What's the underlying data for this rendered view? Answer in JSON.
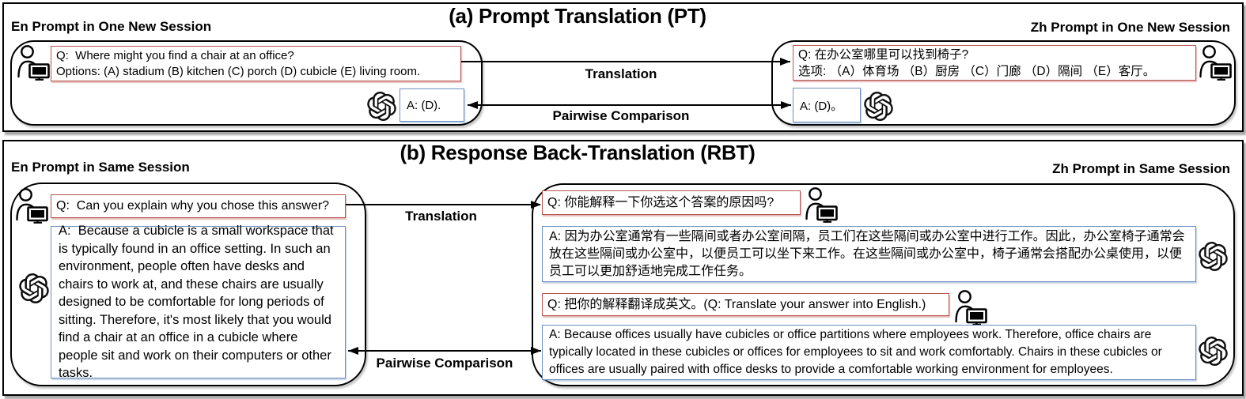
{
  "figure": {
    "colors": {
      "red_box_border": "#b85450",
      "blue_box_border": "#6c8ebf",
      "arrow": "#000000"
    },
    "icons": {
      "user": "person-at-computer-icon",
      "assistant": "openai-logo-icon"
    }
  },
  "panel_a": {
    "title": "(a) Prompt Translation (PT)",
    "left_label": "En Prompt in One New Session",
    "right_label": "Zh Prompt in One New Session",
    "arrows": {
      "translation": "Translation",
      "pairwise": "Pairwise Comparison"
    },
    "left": {
      "q_line1": "Q:  Where might you find a chair at an office?",
      "q_line2": "Options: (A) stadium (B) kitchen (C) porch (D) cubicle (E) living room.",
      "answer": "A: (D)."
    },
    "right": {
      "q_line1": "Q: 在办公室哪里可以找到椅子?",
      "q_line2": "选项: （A）体育场 （B）厨房 （C）门廊 （D）隔间 （E）客厅。",
      "answer": "A: (D)。"
    }
  },
  "panel_b": {
    "title": "(b) Response Back-Translation (RBT)",
    "left_label": "En Prompt in Same Session",
    "right_label": "Zh Prompt in Same Session",
    "arrows": {
      "translation": "Translation",
      "pairwise": "Pairwise Comparison"
    },
    "left": {
      "question": "Q:  Can you explain why you chose this answer?",
      "answer": "A:  Because a cubicle is a small workspace that is typically found in an office setting. In such an environment, people often have desks and chairs to work at, and these chairs are usually designed to be comfortable for long periods of sitting. Therefore, it's most likely that you would find a chair at an office in a cubicle where people sit and work on their computers or other tasks."
    },
    "right": {
      "question1": "Q: 你能解释一下你选这个答案的原因吗?",
      "answer1": "A: 因为办公室通常有一些隔间或者办公室间隔，员工们在这些隔间或办公室中进行工作。因此，办公室椅子通常会放在这些隔间或办公室中，以便员工可以坐下来工作。在这些隔间或办公室中，椅子通常会搭配办公桌使用，以便员工可以更加舒适地完成工作任务。",
      "question2": "Q: 把你的解释翻译成英文。(Q: Translate your answer into English.)",
      "answer2": "A: Because offices usually have cubicles or office partitions where employees work. Therefore, office chairs are typically located in these cubicles or offices for employees to sit and work comfortably. Chairs in these cubicles or offices are usually paired with office desks to provide a comfortable working environment for employees."
    }
  }
}
